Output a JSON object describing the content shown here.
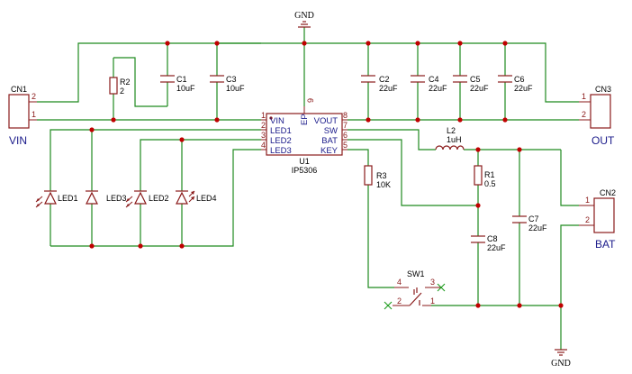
{
  "nets": {
    "gnd_top": "GND",
    "gnd_bottom": "GND"
  },
  "ic": {
    "ref": "U1",
    "value": "IP5306",
    "left_pins": [
      {
        "num": "1",
        "name": "VIN"
      },
      {
        "num": "2",
        "name": "LED1"
      },
      {
        "num": "3",
        "name": "LED2"
      },
      {
        "num": "4",
        "name": "LED3"
      }
    ],
    "right_pins": [
      {
        "num": "8",
        "name": "VOUT"
      },
      {
        "num": "7",
        "name": "SW"
      },
      {
        "num": "6",
        "name": "BAT"
      },
      {
        "num": "5",
        "name": "KEY"
      }
    ],
    "top_pin": {
      "num": "9",
      "name": "EP"
    }
  },
  "connectors": {
    "cn1": {
      "ref": "CN1",
      "label": "VIN",
      "pins": [
        "2",
        "1"
      ]
    },
    "cn3": {
      "ref": "CN3",
      "label": "OUT",
      "pins": [
        "1",
        "2"
      ]
    },
    "cn2": {
      "ref": "CN2",
      "label": "BAT",
      "pins": [
        "1",
        "2"
      ]
    }
  },
  "resistors": {
    "r2": {
      "ref": "R2",
      "value": "2"
    },
    "r3": {
      "ref": "R3",
      "value": "10K"
    },
    "r1": {
      "ref": "R1",
      "value": "0.5"
    }
  },
  "capacitors": {
    "c1": {
      "ref": "C1",
      "value": "10uF"
    },
    "c3": {
      "ref": "C3",
      "value": "10uF"
    },
    "c2": {
      "ref": "C2",
      "value": "22uF"
    },
    "c4": {
      "ref": "C4",
      "value": "22uF"
    },
    "c5": {
      "ref": "C5",
      "value": "22uF"
    },
    "c6": {
      "ref": "C6",
      "value": "22uF"
    },
    "c7": {
      "ref": "C7",
      "value": "22uF"
    },
    "c8": {
      "ref": "C8",
      "value": "22uF"
    }
  },
  "inductor": {
    "ref": "L2",
    "value": "1uH"
  },
  "leds": {
    "led1": {
      "ref": "LED1"
    },
    "led3": {
      "ref": "LED3"
    },
    "led2": {
      "ref": "LED2"
    },
    "led4": {
      "ref": "LED4"
    }
  },
  "switch": {
    "ref": "SW1",
    "pins": [
      "4",
      "3",
      "2",
      "1"
    ]
  }
}
